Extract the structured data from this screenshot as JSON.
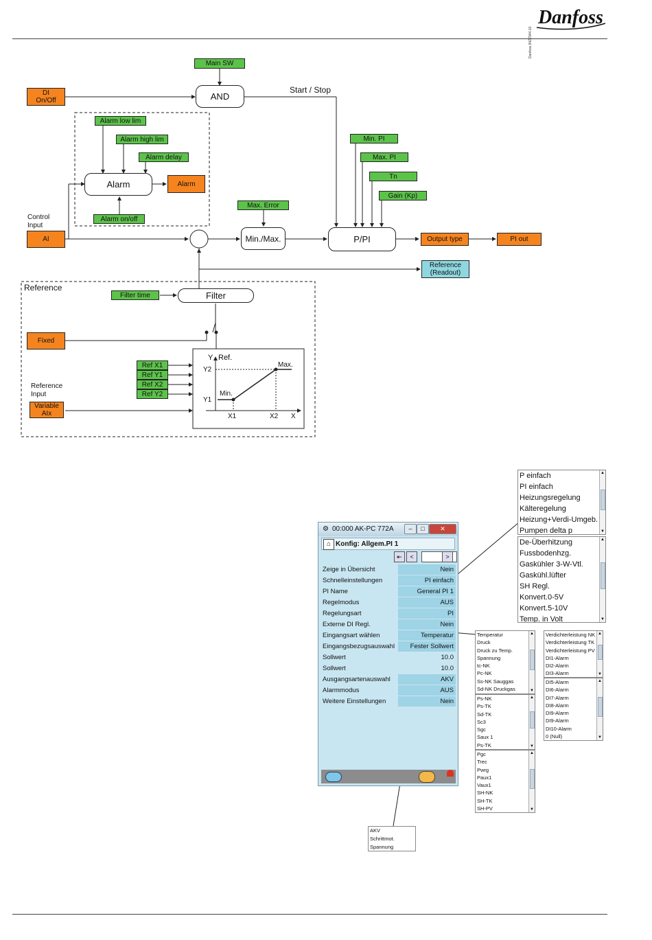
{
  "brand": {
    "logo_text": "Danfoss",
    "doc_code": "Danfoss 84Z7944.10"
  },
  "diagram": {
    "main_sw": "Main SW",
    "and": "AND",
    "di_on_off": "DI\nOn/Off",
    "start_stop": "Start / Stop",
    "alarm_low_lim": "Alarm low lim",
    "alarm_high_lim": "Alarm high lim",
    "alarm_delay": "Alarm delay",
    "alarm_block": "Alarm",
    "alarm_out": "Alarm",
    "alarm_on_off": "Alarm on/off",
    "min_pi": "Min. PI",
    "max_pi": "Max. PI",
    "tn": "Tn",
    "gain_kp": "Gain (Kp)",
    "control_input": "Control\nInput",
    "ai": "AI",
    "max_error": "Max. Error",
    "min_max": "Min./Max.",
    "p_pi": "P/PI",
    "output_type": "Output type",
    "pi_out": "PI out",
    "reference_readout": "Reference\n(Readout)",
    "reference_title": "Reference",
    "filter_time": "Filter time",
    "filter": "Filter",
    "fixed": "Fixed",
    "ref_x1": "Ref X1",
    "ref_y1": "Ref Y1",
    "ref_x2": "Ref X2",
    "ref_y2": "Ref Y2",
    "reference_input": "Reference\nInput",
    "variable_aix": "Variable\nAIx",
    "graph": {
      "y": "Y",
      "ref": "Ref.",
      "y2": "Y2",
      "y1": "Y1",
      "min": "Min.",
      "max": "Max.",
      "x1": "X1",
      "x2": "X2",
      "x": "X"
    }
  },
  "window": {
    "title": "00:000 AK-PC 772A",
    "header": "Konfig: Allgem.PI 1",
    "rows": [
      {
        "k": "Zeige in Übersicht",
        "v": "Nein"
      },
      {
        "k": "Schnelleinstellungen",
        "v": "PI einfach"
      },
      {
        "k": "PI Name",
        "v": "General PI 1"
      },
      {
        "k": "Regelmodus",
        "v": "AUS"
      },
      {
        "k": "Regelungsart",
        "v": "PI"
      },
      {
        "k": "Externe DI Regl.",
        "v": "Nein"
      },
      {
        "k": "Eingangsart wählen",
        "v": "Temperatur"
      },
      {
        "k": "Eingangsbezugsauswahl",
        "v": "Fester Sollwert"
      },
      {
        "k": "Sollwert",
        "v": "10.0"
      },
      {
        "k": "Sollwert",
        "v": "10.0"
      },
      {
        "k": "Ausgangsartenauswahl",
        "v": "AKV"
      },
      {
        "k": "Alarmmodus",
        "v": "AUS"
      },
      {
        "k": "Weitere Einstellungen",
        "v": "Nein"
      }
    ]
  },
  "lists": {
    "quick_a": [
      "P einfach",
      "PI einfach",
      "Heizungsregelung",
      "Kälteregelung",
      "Heizung+Verdi-Umgeb.",
      "Pumpen delta p"
    ],
    "quick_b": [
      "De-Überhitzung",
      "Fussbodenhzg.",
      "Gaskühler 3-W-Vtl.",
      "Gaskühl.lüfter",
      "SH Regl.",
      "Konvert.0-5V",
      "Konvert.5-10V",
      "Temp. in Volt"
    ],
    "input_a": [
      "Temperatur",
      "Druck",
      "Druck zu Temp.",
      "Spannung",
      "tc-NK",
      "Pc-NK",
      "Ss-NK Sauggas",
      "Sd-NK Druckgas"
    ],
    "input_b": [
      "Ps-NK",
      "Ps-TK",
      "Sd-TK",
      "Sc3",
      "Sgc",
      "Saux 1",
      "Ps-TK"
    ],
    "input_c": [
      "Pgc",
      "Trec",
      "Pwrg",
      "Paux1",
      "Vaux1",
      "SH-NK",
      "SH-TK",
      "SH-PV"
    ],
    "input_d": [
      "Verdichterleistung NK",
      "Verdichterleistung TK",
      "Verdichterleistung PV",
      "DI1-Alarm",
      "DI2-Alarm",
      "DI3-Alarm"
    ],
    "input_e": [
      "DI5-Alarm",
      "DI6-Alarm",
      "DI7-Alarm",
      "DI8-Alarm",
      "DI9-Alarm",
      "DI9-Alarm",
      "DI10-Alarm",
      "0 (Null)"
    ],
    "output": [
      "AKV",
      "Schrittmot.",
      "Spannung"
    ]
  },
  "colors": {
    "green": "#5cc34a",
    "orange": "#f5841f",
    "cyan": "#8fd7e0"
  }
}
